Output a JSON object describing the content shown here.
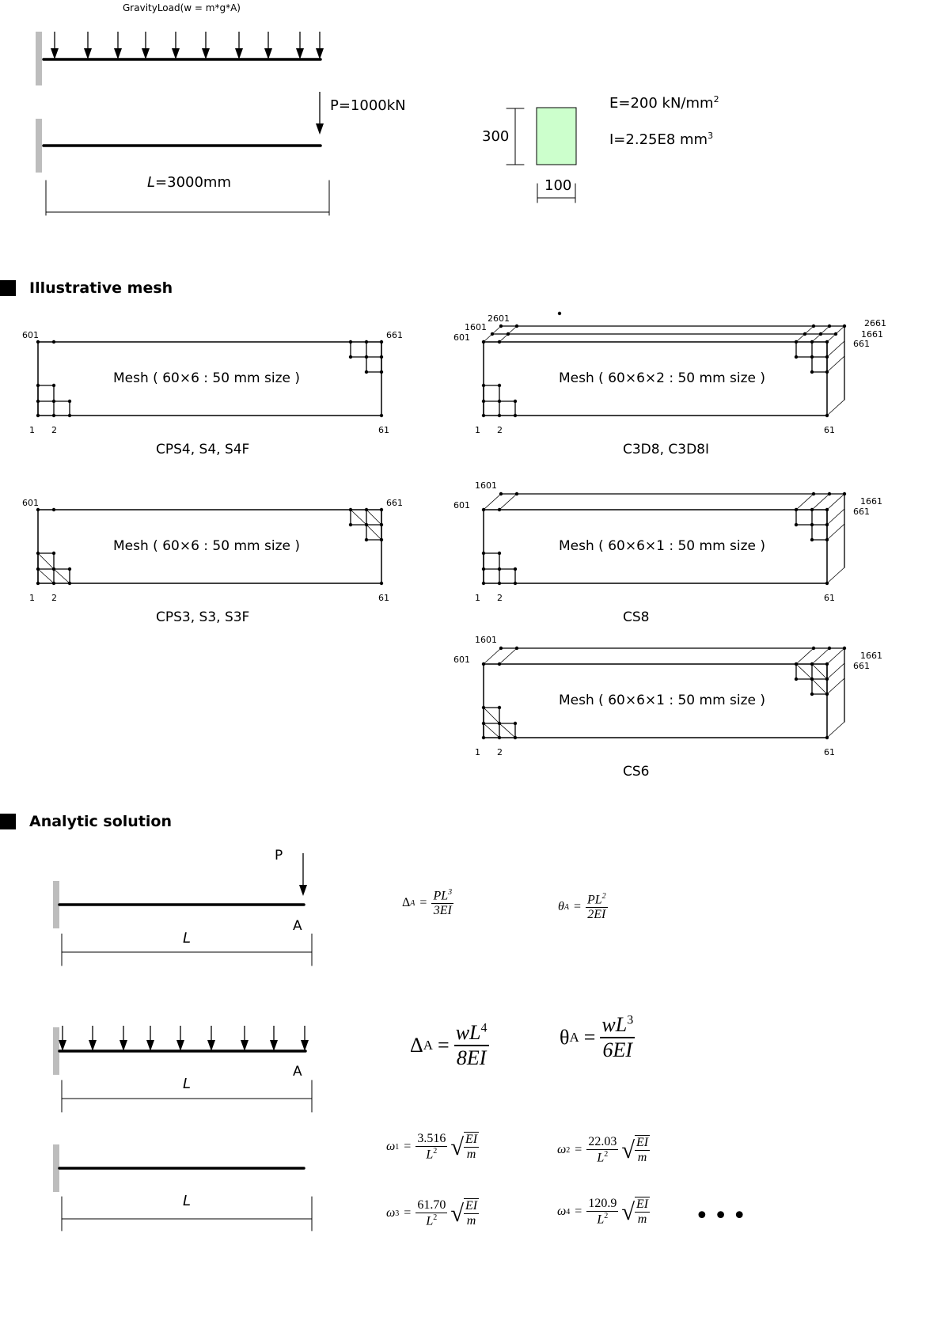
{
  "top": {
    "gravity_label": "GravityLoad(w = m*g*A)",
    "point_load_label": "P=1000kN",
    "length_label_var": "L",
    "length_label_val": "=3000mm",
    "section_height": "300",
    "section_width": "100",
    "modulus_label": "E=200 kN/mm",
    "modulus_exp": "2",
    "inertia_label": "I=2.25E8 mm",
    "inertia_exp": "3",
    "section_fill": "#ccffcc"
  },
  "mesh_section": {
    "title": "Illustrative mesh",
    "panels": [
      {
        "text": "Mesh ( 60×6   : 50 mm size )",
        "caption": "CPS4, S4, S4F",
        "n601": "601",
        "n661": "661",
        "n1": "1",
        "n2": "2",
        "n61": "61"
      },
      {
        "text": "Mesh ( 60×6   : 50 mm size )",
        "caption": "CPS3, S3, S3F",
        "n601": "601",
        "n661": "661",
        "n1": "1",
        "n2": "2",
        "n61": "61"
      },
      {
        "text": "Mesh ( 60×6×2  : 50 mm size )",
        "caption": "C3D8, C3D8I",
        "n601": "601",
        "n1601": "1601",
        "n2601": "2601",
        "n661": "661",
        "n1661": "1661",
        "n2661": "2661",
        "n1": "1",
        "n2": "2",
        "n61": "61"
      },
      {
        "text": "Mesh ( 60×6×1  : 50 mm size )",
        "caption": "CS8",
        "n601": "601",
        "n1601": "1601",
        "n661": "661",
        "n1661": "1661",
        "n1": "1",
        "n2": "2",
        "n61": "61"
      },
      {
        "text": "Mesh ( 60×6×1  : 50 mm size )",
        "caption": "CS6",
        "n601": "601",
        "n1601": "1601",
        "n661": "661",
        "n1661": "1661",
        "n1": "1",
        "n2": "2",
        "n61": "61"
      }
    ]
  },
  "analytic": {
    "title": "Analytic solution",
    "load_P": "P",
    "point_A": "A",
    "length_L": "L",
    "f1": {
      "lhs": "Δ",
      "sub": "A",
      "num": "PL",
      "num_exp": "3",
      "den": "3EI"
    },
    "f2": {
      "lhs": "θ",
      "sub": "A",
      "num": "PL",
      "num_exp": "2",
      "den": "2EI"
    },
    "f3": {
      "lhs": "Δ",
      "sub": "A",
      "num": "wL",
      "num_exp": "4",
      "den": "8EI"
    },
    "f4": {
      "lhs": "θ",
      "sub": "A",
      "num": "wL",
      "num_exp": "3",
      "den": "6EI"
    },
    "omegas": [
      {
        "lhs": "ω",
        "sub": "1",
        "coef": "3.516",
        "den": "L",
        "den_exp": "2",
        "rnum": "EI",
        "rden": "m"
      },
      {
        "lhs": "ω",
        "sub": "2",
        "coef": "22.03",
        "den": "L",
        "den_exp": "2",
        "rnum": "EI",
        "rden": "m"
      },
      {
        "lhs": "ω",
        "sub": "3",
        "coef": "61.70",
        "den": "L",
        "den_exp": "2",
        "rnum": "EI",
        "rden": "m"
      },
      {
        "lhs": "ω",
        "sub": "4",
        "coef": "120.9",
        "den": "L",
        "den_exp": "2",
        "rnum": "EI",
        "rden": "m"
      }
    ]
  }
}
